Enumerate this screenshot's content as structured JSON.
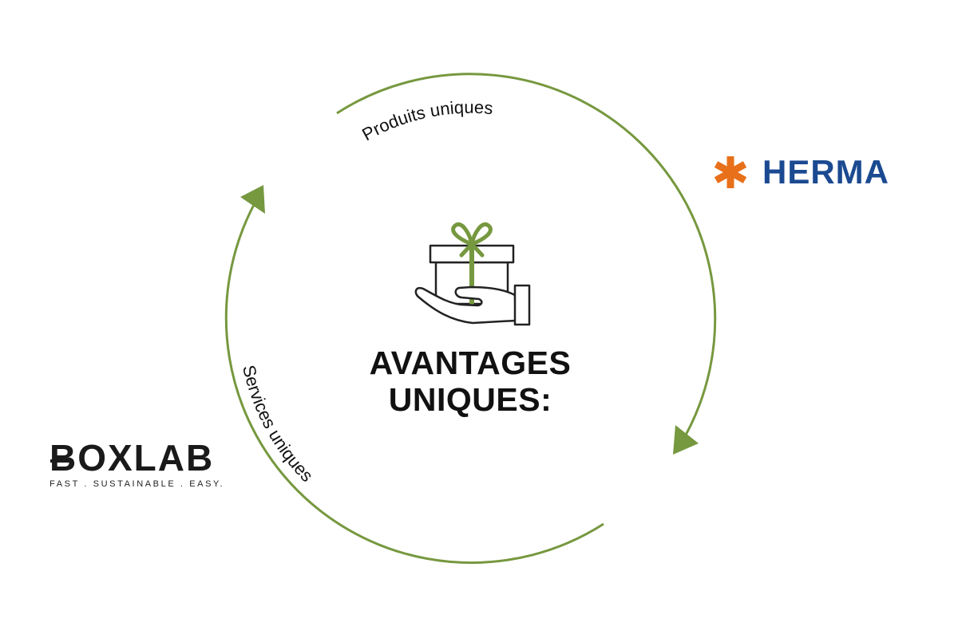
{
  "title": {
    "line1": "AVANTAGES",
    "line2": "UNIQUES:"
  },
  "cycle": {
    "arc_top_label": "Produits uniques",
    "arc_bottom_label": "Services uniques"
  },
  "logos": {
    "herma": "HERMA",
    "boxlab": "BOXLAB",
    "boxlab_tagline": "FAST . SUSTAINABLE . EASY."
  },
  "colors": {
    "accent": "#76983f",
    "herma_blue": "#1b4a91",
    "herma_orange": "#e8701a"
  }
}
